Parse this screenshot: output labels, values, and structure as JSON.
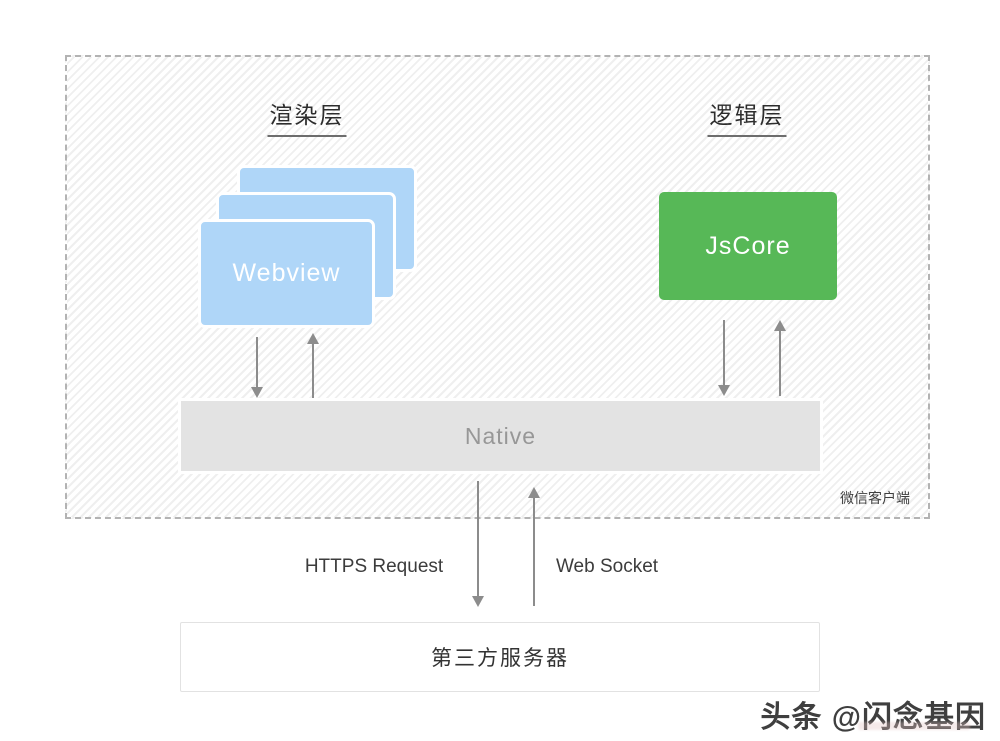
{
  "diagram": {
    "client_container_label": "微信客户端",
    "render_layer_heading": "渲染层",
    "logic_layer_heading": "逻辑层",
    "webview_label": "Webview",
    "jscore_label": "JsCore",
    "native_label": "Native",
    "https_request_label": "HTTPS Request",
    "web_socket_label": "Web Socket",
    "server_label": "第三方服务器",
    "watermark_text": "头条 @闪念基因",
    "colors": {
      "webview_blue": "#afd6f8",
      "jscore_green": "#57b857",
      "native_gray": "#e3e3e3",
      "dashed_border_gray": "#b3b3b3",
      "arrow_gray": "#8c8c8c",
      "hatch_line_gray": "#efefef"
    }
  }
}
